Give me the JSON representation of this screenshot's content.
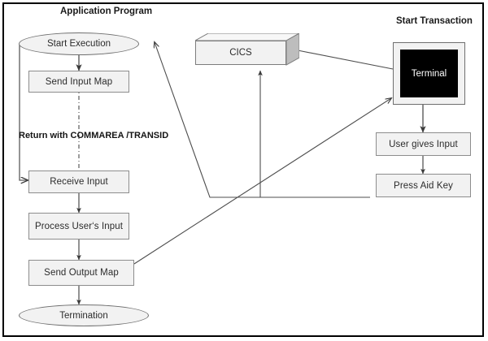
{
  "diagram": {
    "title_left": "Application Program",
    "title_right": "Start Transaction",
    "inline_label": "Return with COMMAREA /TRANSID",
    "colors": {
      "border": "#000000",
      "box_fill": "#f2f2f2",
      "box_stroke": "#8d8d8d",
      "line": "#4d4d4d",
      "screen_fill": "#000000",
      "screen_text": "#ffffff",
      "text": "#2b2b2b"
    },
    "nodes": {
      "start_execution": "Start Execution",
      "send_input_map": "Send Input Map",
      "receive_input": "Receive Input",
      "process_user_input": "Process User‘s Input",
      "send_output_map": "Send Output Map",
      "termination": "Termination",
      "cics": "CICS",
      "terminal": "Terminal",
      "user_gives_input": "User gives Input",
      "press_aid_key": "Press Aid Key"
    }
  }
}
